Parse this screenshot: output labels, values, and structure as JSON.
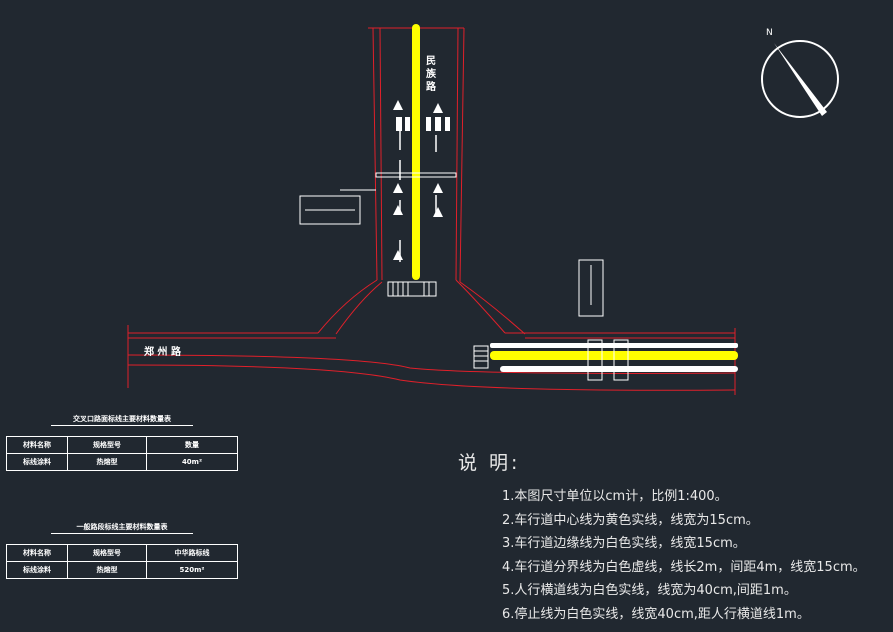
{
  "road_labels": {
    "vertical_road": "民 族 路",
    "horizontal_road": "郑 州 路"
  },
  "compass": {
    "north_label": "N"
  },
  "table1": {
    "title": "交叉口路面标线主要材料数量表",
    "headers": [
      "材料名称",
      "规格型号",
      "数量"
    ],
    "row": [
      "标线涂料",
      "热熔型",
      "40m²"
    ]
  },
  "table2": {
    "title": "一般路段标线主要材料数量表",
    "headers": [
      "材料名称",
      "规格型号",
      "中华路标线"
    ],
    "row": [
      "标线涂料",
      "热熔型",
      "520m²"
    ]
  },
  "notes": {
    "title": "说 明:",
    "items": [
      "1.本图尺寸单位以cm计，比例1:400。",
      "2.车行道中心线为黄色实线，线宽为15cm。",
      "3.车行道边缘线为白色实线，线宽15cm。",
      "4.车行道分界线为白色虚线，线长2m，间距4m，线宽15cm。",
      "5.人行横道线为白色实线，线宽为40cm,间距1m。",
      "6.停止线为白色实线，线宽40cm,距人行横道线1m。"
    ]
  },
  "colors": {
    "background": "#212830",
    "road_edge": "#e0202a",
    "center_line": "#ffff00",
    "marking": "#ffffff"
  }
}
